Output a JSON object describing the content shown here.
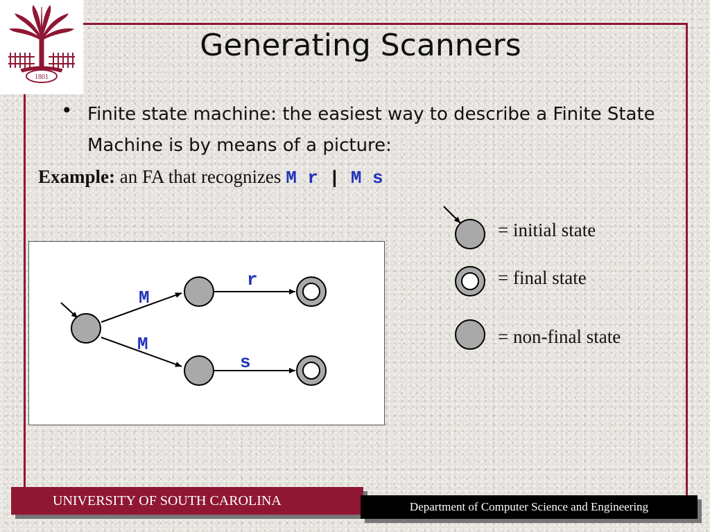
{
  "slide": {
    "title": "Generating Scanners",
    "bullet": "Finite state machine: the easiest way to describe a Finite State Machine is by means of a picture:",
    "example": {
      "label": "Example:",
      "text": " an FA that recognizes ",
      "code_1": "M r",
      "pipe": "|",
      "code_2": "M s"
    }
  },
  "logo": {
    "year": "1801"
  },
  "diagram": {
    "transitions": {
      "top_input": "M",
      "top_output": "r",
      "bottom_input": "M",
      "bottom_output": "s"
    }
  },
  "legend": {
    "initial": "= initial state",
    "final": "= final state",
    "non_final": "= non-final state"
  },
  "footer": {
    "university": "UNIVERSITY OF SOUTH CAROLINA",
    "department": "Department of Computer Science and Engineering"
  },
  "colors": {
    "garnet": "#8f1733",
    "code_blue": "#2233bb",
    "state_fill": "#a9a9a9"
  }
}
